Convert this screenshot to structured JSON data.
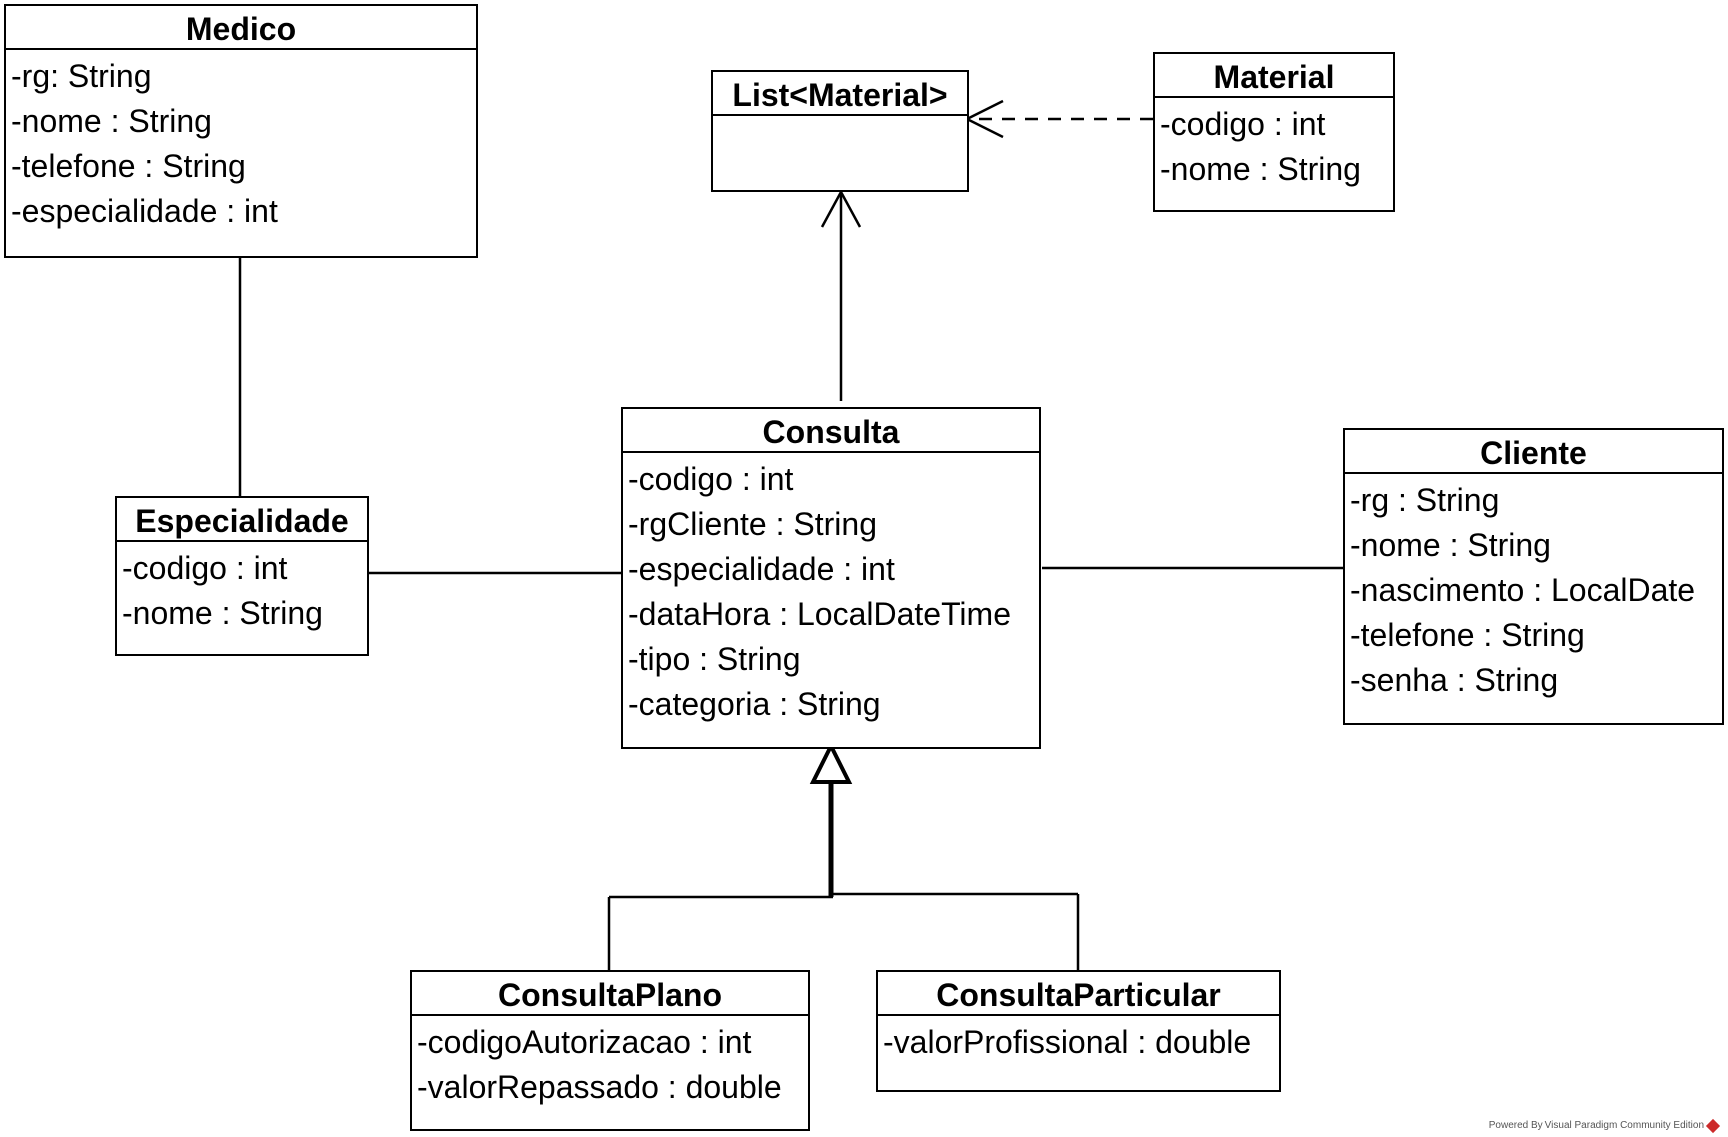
{
  "classes": {
    "medico": {
      "name": "Medico",
      "attributes": [
        "-rg: String",
        "-nome : String",
        "-telefone : String",
        "-especialidade : int"
      ]
    },
    "list_material": {
      "name": "List<Material>",
      "attributes": []
    },
    "material": {
      "name": "Material",
      "attributes": [
        "-codigo : int",
        "-nome : String"
      ]
    },
    "especialidade": {
      "name": "Especialidade",
      "attributes": [
        "-codigo : int",
        "-nome : String"
      ]
    },
    "consulta": {
      "name": "Consulta",
      "attributes": [
        "-codigo : int",
        "-rgCliente : String",
        "-especialidade : int",
        "-dataHora : LocalDateTime",
        "-tipo : String",
        "-categoria : String"
      ]
    },
    "cliente": {
      "name": "Cliente",
      "attributes": [
        "-rg : String",
        "-nome : String",
        "-nascimento : LocalDate",
        "-telefone : String",
        "-senha : String"
      ]
    },
    "consulta_plano": {
      "name": "ConsultaPlano",
      "attributes": [
        "-codigoAutorizacao : int",
        "-valorRepassado : double"
      ]
    },
    "consulta_particular": {
      "name": "ConsultaParticular",
      "attributes": [
        "-valorProfissional : double"
      ]
    }
  },
  "relationships": [
    {
      "type": "association",
      "from": "Medico",
      "to": "Especialidade"
    },
    {
      "type": "association",
      "from": "Especialidade",
      "to": "Consulta"
    },
    {
      "type": "association",
      "from": "Consulta",
      "to": "Cliente"
    },
    {
      "type": "directed-association",
      "from": "Consulta",
      "to": "List<Material>"
    },
    {
      "type": "dependency",
      "from": "Material",
      "to": "List<Material>"
    },
    {
      "type": "generalization",
      "from": "ConsultaPlano",
      "to": "Consulta"
    },
    {
      "type": "generalization",
      "from": "ConsultaParticular",
      "to": "Consulta"
    }
  ],
  "footer": {
    "text": "Powered By Visual Paradigm Community Edition",
    "logo_icon": "visual-paradigm-logo-icon"
  }
}
